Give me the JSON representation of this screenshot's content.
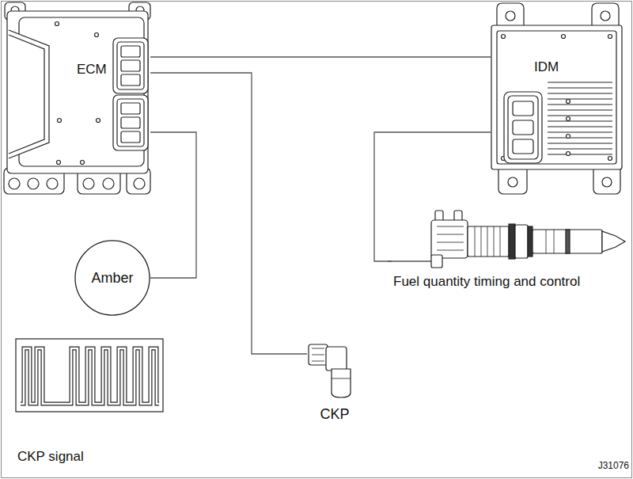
{
  "diagram": {
    "nodes": [
      {
        "text": [
          "ECM"
        ]
      },
      {
        "text": [
          "IDM"
        ]
      },
      {
        "text": [
          "Amber"
        ]
      },
      {
        "text": [
          "Fuel quantity timing and control"
        ]
      },
      {
        "text": [
          "CKP"
        ]
      }
    ],
    "edges": [
      {
        "from": 0,
        "to": 1,
        "arrow": "none"
      },
      {
        "from": 0,
        "to": 4,
        "arrow": "none"
      },
      {
        "from": 0,
        "to": 2,
        "arrow": "none"
      },
      {
        "from": 1,
        "to": 3,
        "arrow": "none"
      }
    ],
    "labels": [
      "CKP signal",
      "J31076"
    ]
  }
}
